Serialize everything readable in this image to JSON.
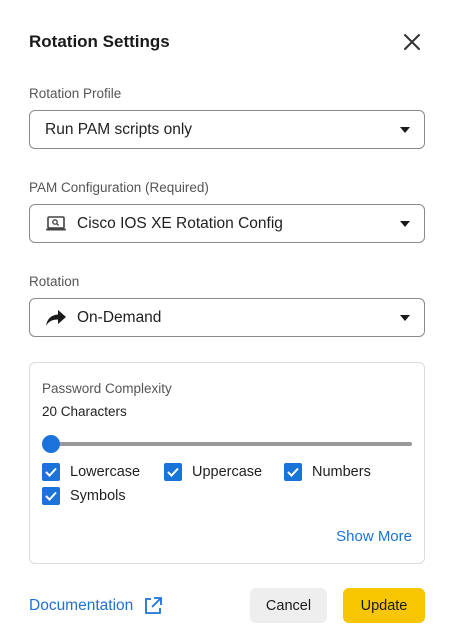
{
  "dialog": {
    "title": "Rotation Settings"
  },
  "rotation_profile": {
    "label": "Rotation Profile",
    "value": "Run PAM scripts only"
  },
  "pam_configuration": {
    "label": "PAM Configuration (Required)",
    "value": "Cisco IOS XE Rotation Config",
    "icon": "laptop-icon"
  },
  "rotation": {
    "label": "Rotation",
    "value": "On-Demand",
    "icon": "share-arrow-icon"
  },
  "password_complexity": {
    "title": "Password Complexity",
    "length_text": "20 Characters",
    "slider_level": 0,
    "options": [
      {
        "label": "Lowercase",
        "checked": true
      },
      {
        "label": "Uppercase",
        "checked": true
      },
      {
        "label": "Numbers",
        "checked": true
      },
      {
        "label": "Symbols",
        "checked": true
      }
    ],
    "show_more": "Show More"
  },
  "footer": {
    "documentation": "Documentation",
    "cancel": "Cancel",
    "update": "Update"
  },
  "colors": {
    "accent_blue": "#1a73d9",
    "primary_button": "#f7c600",
    "secondary_button": "#eeeeee"
  }
}
